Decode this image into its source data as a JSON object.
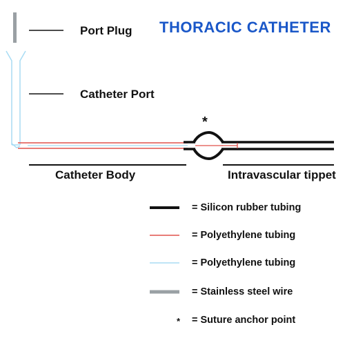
{
  "title": "THORACIC CATHETER",
  "labels": {
    "port_plug": "Port Plug",
    "catheter_port": "Catheter Port",
    "catheter_body": "Catheter Body",
    "intravascular_tippet": "Intravascular tippet",
    "suture_marker": "*"
  },
  "legend": [
    {
      "symbol": "",
      "text": "= Silicon rubber tubing",
      "color": "#111111",
      "style": "thick-black"
    },
    {
      "symbol": "",
      "text": "= Polyethylene tubing",
      "color": "#e0504a",
      "style": "thin-red"
    },
    {
      "symbol": "",
      "text": "= Polyethylene tubing",
      "color": "#a8dcf4",
      "style": "thin-lightblue"
    },
    {
      "symbol": "",
      "text": "= Stainless steel wire",
      "color": "#9aa0a4",
      "style": "thick-grey"
    },
    {
      "symbol": "*",
      "text": "= Suture anchor point",
      "color": "#111111",
      "style": "asterisk"
    }
  ],
  "colors": {
    "title": "#1a57c8",
    "silicon": "#111111",
    "polyethylene_red": "#e0504a",
    "polyethylene_blue": "#a8dcf4",
    "steel_wire": "#9aa0a4"
  }
}
